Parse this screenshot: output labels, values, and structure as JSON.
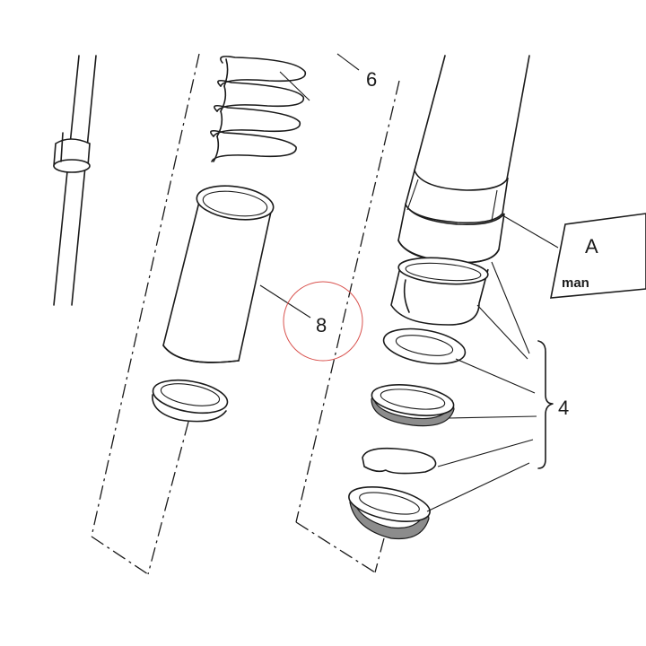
{
  "callouts": {
    "spring_ref": "6",
    "bushing_ref": "8",
    "seal_kit_ref": "4"
  },
  "reference_box": {
    "letter": "A",
    "word": "man"
  },
  "colors": {
    "line": "#1a1a1a",
    "highlight_circle": "#d9534f"
  }
}
